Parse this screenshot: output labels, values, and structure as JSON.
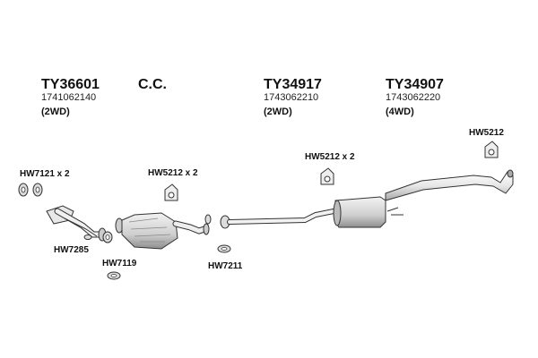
{
  "headers": {
    "h1": {
      "code": "TY36601",
      "oem": "1741062140",
      "drive": "(2WD)"
    },
    "h2": {
      "code": "C.C."
    },
    "h3": {
      "code": "TY34917",
      "oem": "1743062210",
      "drive": "(2WD)"
    },
    "h4": {
      "code": "TY34907",
      "oem": "1743062220",
      "drive": "(4WD)"
    }
  },
  "parts": {
    "hw7121": "HW7121 x 2",
    "hw5212_mid": "HW5212 x 2",
    "hw5212_center": "HW5212 x 2",
    "hw5212_right": "HW5212",
    "hw7285": "HW7285",
    "hw7119": "HW7119",
    "hw7211": "HW7211"
  },
  "colors": {
    "line": "#333333",
    "fill_light": "#f4f4f4",
    "fill_mid": "#d9d9d9",
    "fill_dark": "#9a9a9a"
  }
}
